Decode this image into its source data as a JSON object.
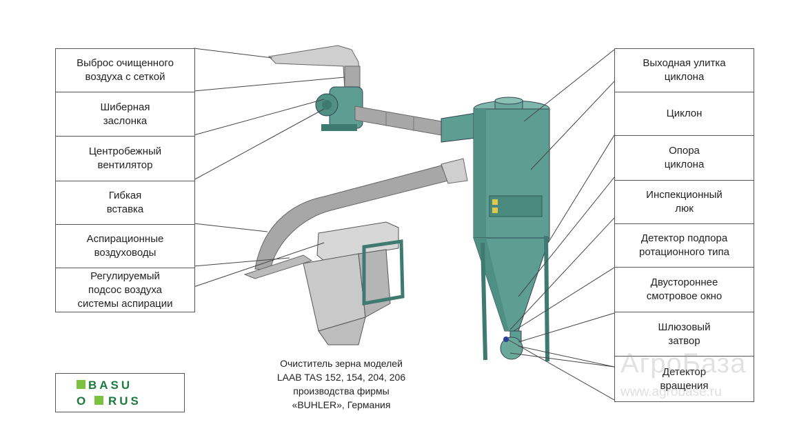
{
  "left_labels": [
    "Выброс очищенного\nвоздуха с сеткой",
    "Шиберная\nзаслонка",
    "Центробежный\nвентилятор",
    "Гибкая\nвставка",
    "Аспирационные\nвоздуховоды",
    "Регулируемый\nподсос воздуха\nсистемы аспирации"
  ],
  "right_labels": [
    "Выходная улитка\nциклона",
    "Циклон",
    "Опора\nциклона",
    "Инспекционный\nлюк",
    "Детектор подпора\nротационного типа",
    "Двустороннее\nсмотровое окно",
    "Шлюзовый\nзатвор",
    "Детектор\nвращения"
  ],
  "caption": "Очиститель зерна моделей\nLAAB TAS 152, 154, 204, 206\nпроизводства фирмы\n«BUHLER», Германия",
  "logo": {
    "line1": "BASU",
    "line2": "RUS"
  },
  "watermark": {
    "text": "АгроБаза",
    "url": "www.agrobase.ru"
  },
  "colors": {
    "equipment_teal": "#5e9e92",
    "equipment_dark": "#3f7a70",
    "duct_gray": "#9a9a9a",
    "logo_green": "#7cc242",
    "logo_text": "#1c7a3c",
    "leader_line": "#444444"
  },
  "icons": [
    "basu-rus-logo",
    "cyclone-illustration",
    "grain-cleaner-illustration",
    "fan-illustration"
  ]
}
